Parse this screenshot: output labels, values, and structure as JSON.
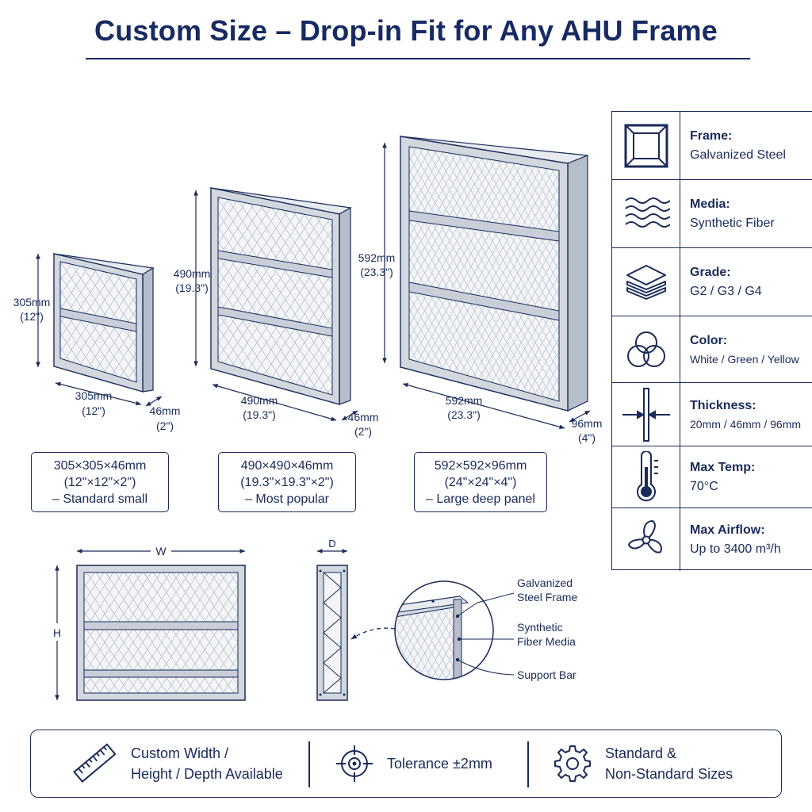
{
  "title": "Custom Size – Drop-in Fit for Any AHU Frame",
  "filters": [
    {
      "height_mm": "305mm",
      "height_in": "(12\")",
      "width_mm": "305mm",
      "width_in": "(12\")",
      "depth_mm": "46mm",
      "depth_in": "(2\")",
      "box_line1": "305×305×46mm",
      "box_line2": "(12\"×12\"×2\")",
      "box_line3": "– Standard small"
    },
    {
      "height_mm": "490mm",
      "height_in": "(19.3\")",
      "width_mm": "490mm",
      "width_in": "(19.3\")",
      "depth_mm": "46mm",
      "depth_in": "(2\")",
      "box_line1": "490×490×46mm",
      "box_line2": "(19.3\"×19.3\"×2\")",
      "box_line3": "– Most popular"
    },
    {
      "height_mm": "592mm",
      "height_in": "(23.3\")",
      "width_mm": "592mm",
      "width_in": "(23.3\")",
      "depth_mm": "96mm",
      "depth_in": "(4\")",
      "box_line1": "592×592×96mm",
      "box_line2": "(24\"×24\"×4\")",
      "box_line3": "– Large deep panel"
    }
  ],
  "diagram": {
    "w_label": "W",
    "h_label": "H",
    "d_label": "D"
  },
  "callouts": {
    "frame_line1": "Galvanized",
    "frame_line2": "Steel Frame",
    "media_line1": "Synthetic",
    "media_line2": "Fiber Media",
    "bar": "Support Bar"
  },
  "specs": [
    {
      "icon": "frame-icon",
      "label": "Frame:",
      "value": "Galvanized Steel"
    },
    {
      "icon": "media-wave-icon",
      "label": "Media:",
      "value": "Synthetic Fiber"
    },
    {
      "icon": "layers-icon",
      "label": "Grade:",
      "value": "G2 / G3 / G4"
    },
    {
      "icon": "color-circles-icon",
      "label": "Color:",
      "value": "White / Green / Yellow"
    },
    {
      "icon": "thickness-icon",
      "label": "Thickness:",
      "value": "20mm / 46mm / 96mm"
    },
    {
      "icon": "thermometer-icon",
      "label": "Max Temp:",
      "value": "70°C"
    },
    {
      "icon": "fan-icon",
      "label": "Max Airflow:",
      "value": "Up to 3400 m³/h"
    }
  ],
  "bottom": {
    "item1_line1": "Custom Width /",
    "item1_line2": "Height / Depth Available",
    "item2": "Tolerance ±2mm",
    "item3_line1": "Standard &",
    "item3_line2": "Non-Standard Sizes"
  },
  "colors": {
    "ink": "#1a2a5a",
    "frame": "#c9ced8",
    "media": "#f1f3f6"
  }
}
